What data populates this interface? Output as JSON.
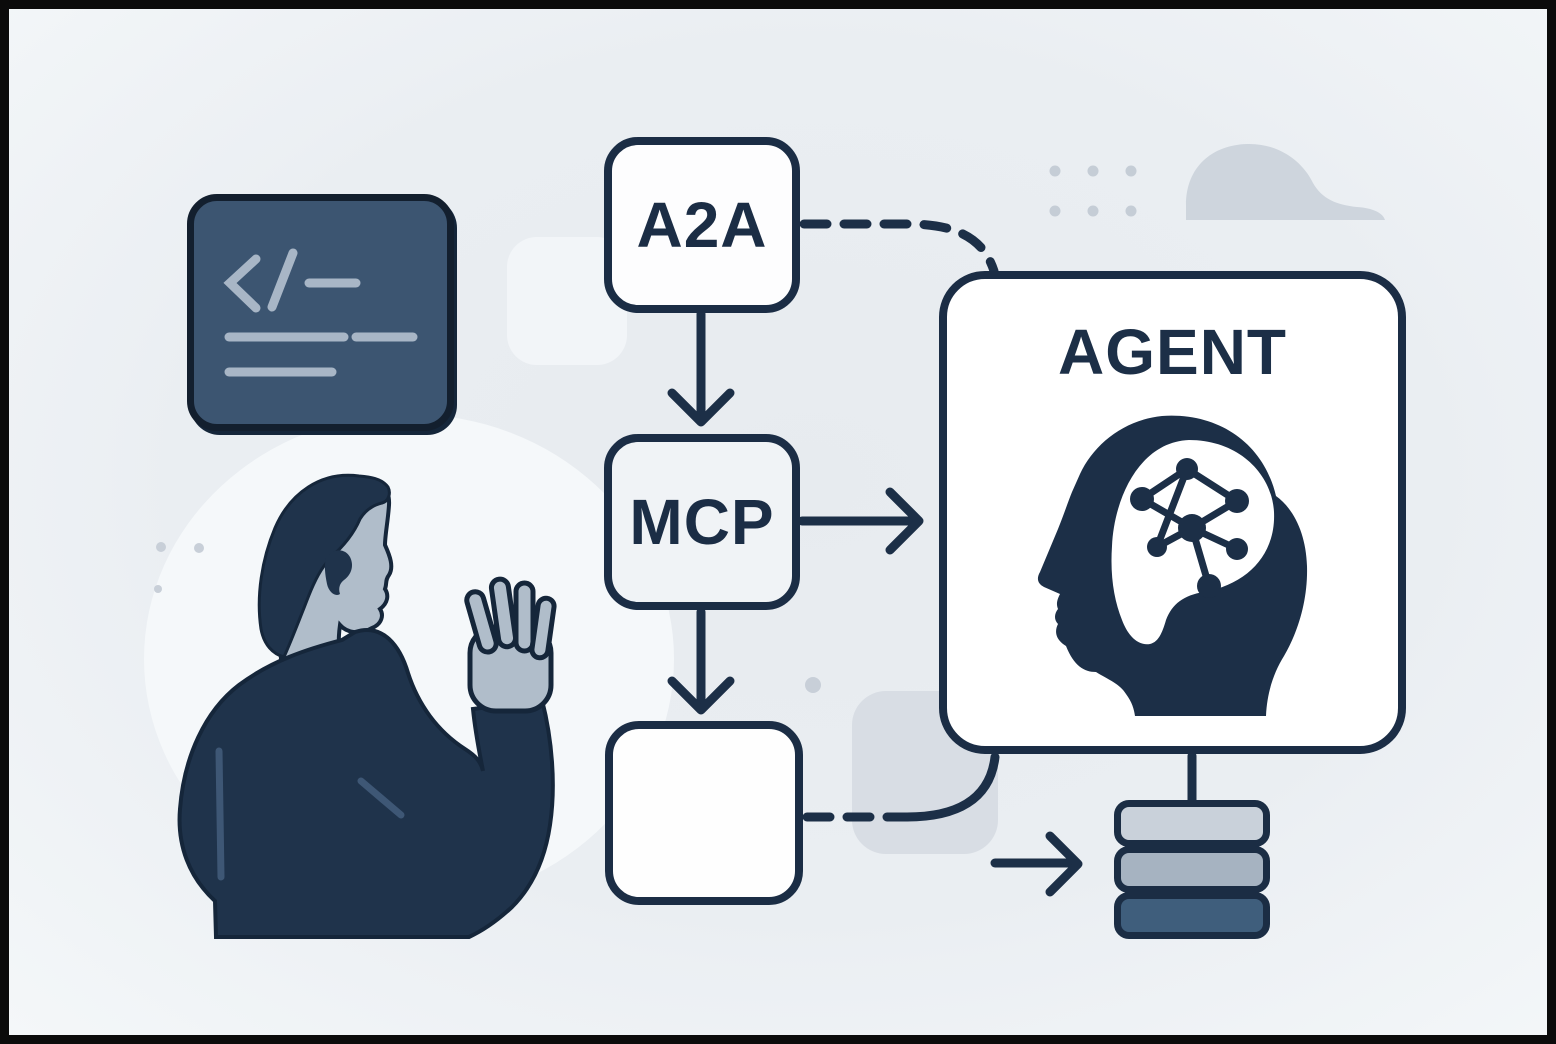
{
  "flow": {
    "a2a_label": "A2A",
    "mcp_label": "MCP",
    "tool_label": "",
    "agent_label": "AGENT"
  },
  "colors": {
    "ink": "#1c2f47",
    "background": "#e9edf2",
    "panel": "#ffffff",
    "skin": "#b0bdca",
    "sweater": "#1f334b",
    "code_panel": "#3c5571",
    "code_lines": "#a8b6c6",
    "db_top": "#c9d1da",
    "db_middle": "#a6b3c1",
    "db_bottom": "#3f5e7c",
    "decor_gray": "#ced5dd"
  },
  "icons": {
    "code": "code-snippet-icon",
    "agent_head": "agent-head-icon",
    "brain": "neural-network-icon",
    "database": "database-icon"
  }
}
